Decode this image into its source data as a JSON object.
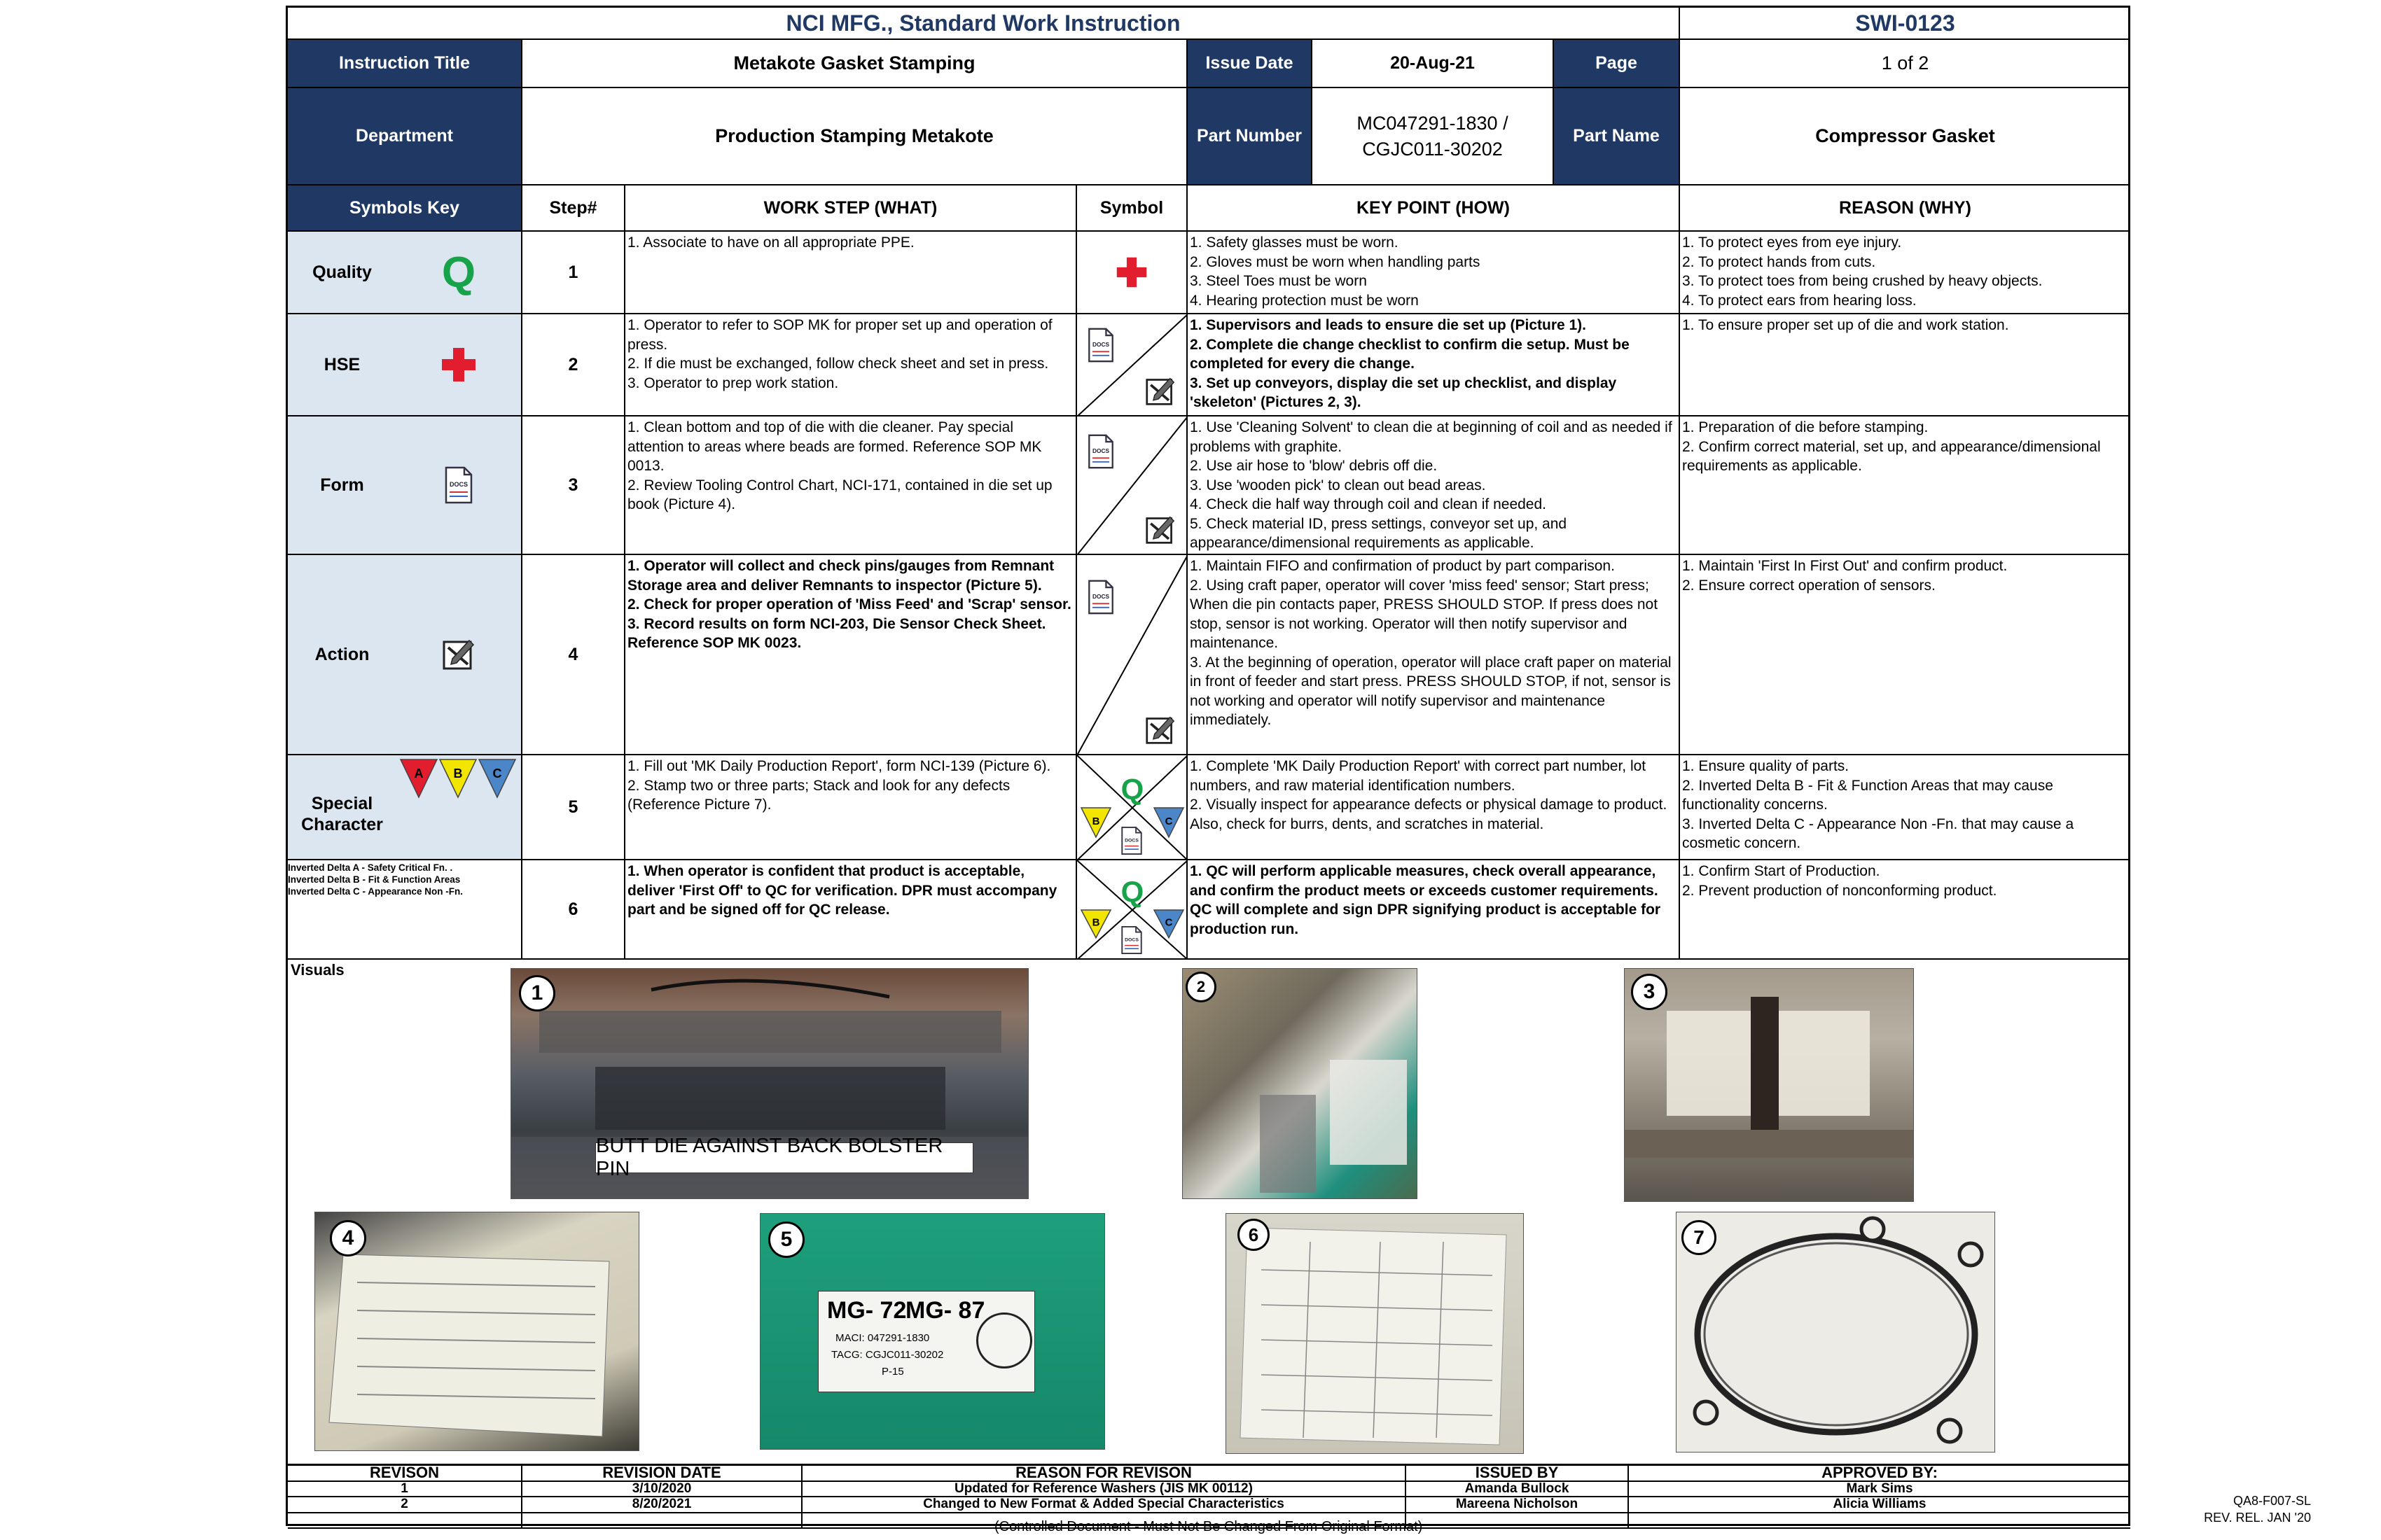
{
  "header": {
    "company": "NCI MFG., Standard Work Instruction",
    "doc_no": "SWI-0123",
    "instruction_title_label": "Instruction Title",
    "instruction_title": "Metakote Gasket Stamping",
    "issue_date_label": "Issue Date",
    "issue_date": "20-Aug-21",
    "page_label": "Page",
    "page": "1 of 2",
    "department_label": "Department",
    "department": "Production Stamping Metakote",
    "part_number_label": "Part Number",
    "part_number": "MC047291-1830 /\nCGJC011-30202",
    "part_name_label": "Part Name",
    "part_name": "Compressor Gasket"
  },
  "columns": {
    "symbols_key": "Symbols Key",
    "step": "Step#",
    "work_step": "WORK STEP (WHAT)",
    "symbol": "Symbol",
    "key_point": "KEY POINT (HOW)",
    "reason": "REASON (WHY)"
  },
  "symbols_key": {
    "quality": "Quality",
    "quality_glyph": "Q",
    "hse": "HSE",
    "form": "Form",
    "action": "Action",
    "special": "Special\nCharacter",
    "abc": [
      "A",
      "B",
      "C"
    ],
    "legend": [
      "Inverted Delta A - Safety Critical Fn. .",
      "Inverted Delta B - Fit & Function Areas",
      "Inverted Delta C  - Appearance Non -Fn."
    ]
  },
  "colors": {
    "navy": "#1f3864",
    "light_blue": "#dce6f1",
    "quality_green": "#16a34a",
    "hse_red": "#e11d2e",
    "delta_a": "#e11d2e",
    "delta_b": "#f2e600",
    "delta_c": "#4a86c8"
  },
  "doc_icon_text": "DOCS",
  "steps": [
    {
      "num": "1",
      "what": "1. Associate to have on all appropriate PPE.",
      "how": "1. Safety glasses must be worn.\n2. Gloves must be worn when handling parts\n3. Steel Toes must be worn\n4. Hearing protection must be worn",
      "why": "1. To protect eyes from eye injury.\n2. To protect hands from cuts.\n3. To protect toes from being crushed by heavy objects.\n4. To protect ears from hearing loss."
    },
    {
      "num": "2",
      "what": "1. Operator to refer to SOP MK for proper set up and operation of press.\n2. If die must be exchanged, follow check sheet and set in press.\n3. Operator to prep work station.",
      "how": "1. Supervisors and leads to ensure die set up (Picture 1).\n2. Complete die change checklist to confirm die setup. Must be completed for every die change.\n3. Set up conveyors, display die set up checklist, and display 'skeleton' (Pictures 2, 3).",
      "why": "1. To ensure proper set up of die and work station."
    },
    {
      "num": "3",
      "what": "1. Clean bottom and top of die with die cleaner. Pay special attention to areas where beads are formed. Reference SOP MK 0013.\n2. Review Tooling Control Chart, NCI-171, contained in die set up book (Picture 4).",
      "how": "1. Use 'Cleaning Solvent' to clean die at beginning of coil and as needed if problems with graphite.\n2. Use air hose to 'blow' debris off die.\n3. Use 'wooden pick' to clean out bead areas.\n4. Check die half way through coil and clean if needed.\n5. Check material ID, press settings, conveyor set up, and appearance/dimensional requirements as applicable.",
      "why": "1. Preparation of die before stamping.\n2. Confirm correct material, set up, and appearance/dimensional requirements as applicable."
    },
    {
      "num": "4",
      "what": "1. Operator will collect and check pins/gauges from Remnant Storage area and deliver Remnants to inspector (Picture 5).\n2. Check for proper operation of 'Miss Feed' and 'Scrap' sensor.\n3. Record results on form NCI-203, Die Sensor Check Sheet. Reference SOP MK 0023.",
      "how": "1. Maintain FIFO and confirmation of product by part comparison.\n2. Using craft paper, operator will cover 'miss feed' sensor; Start press; When die pin contacts paper, PRESS SHOULD STOP. If press does not stop, sensor is not working. Operator will then notify supervisor and maintenance.\n3. At the beginning of operation, operator will place craft paper on material in front of feeder and start press. PRESS SHOULD STOP, if not, sensor is not working and operator will notify supervisor and maintenance immediately.",
      "why": "1. Maintain 'First In First Out' and confirm product.\n2. Ensure correct operation of sensors."
    },
    {
      "num": "5",
      "what": "1. Fill out 'MK Daily Production Report', form NCI-139 (Picture 6).\n2. Stamp two or three parts; Stack and look for any defects (Reference Picture 7).",
      "how": "1. Complete 'MK Daily Production Report' with correct part number, lot numbers, and raw material identification numbers.\n2. Visually inspect for appearance defects or physical damage to product. Also, check for burrs, dents, and scratches in material.",
      "why": "1. Ensure quality of parts.\n2. Inverted Delta B - Fit & Function Areas that may cause functionality concerns.\n3. Inverted Delta C  - Appearance Non -Fn. that may cause a cosmetic concern."
    },
    {
      "num": "6",
      "what": "1. When operator is confident that product is acceptable, deliver 'First Off' to QC for verification. DPR must accompany part and be signed off for QC release.",
      "how": "1. QC will perform applicable measures, check overall appearance, and confirm the product meets or exceeds customer requirements. QC will complete and sign DPR signifying product is acceptable for production run.",
      "why": "1. Confirm Start of Production.\n2. Prevent production of nonconforming product."
    }
  ],
  "visuals": {
    "label": "Visuals",
    "numbers": [
      "1",
      "2",
      "3",
      "4",
      "5",
      "6",
      "7"
    ],
    "caption1": "BUTT DIE AGAINST BACK BOLSTER PIN",
    "bin_label": {
      "mg1": "MG- 72",
      "mg2": "MG- 87",
      "line1": "MACI: 047291-1830",
      "line2": "TACG: CGJC011-30202",
      "line3": "P-15"
    }
  },
  "revisions": {
    "headers": [
      "REVISON",
      "REVISION DATE",
      "REASON FOR REVISON",
      "ISSUED BY",
      "APPROVED BY:"
    ],
    "rows": [
      [
        "1",
        "3/10/2020",
        "Updated  for Reference Washers (JIS MK 00112)",
        "Amanda Bullock",
        "Mark Sims"
      ],
      [
        "2",
        "8/20/2021",
        "Changed to New Format & Added Special Characteristics",
        "Mareena Nicholson",
        "Alicia Williams"
      ]
    ]
  },
  "footer": {
    "note": "(Controlled Document - Must Not Be Changed From Original Format)",
    "form_code": "QA8-F007-SL",
    "rev_rel": "REV. REL. JAN '20"
  }
}
